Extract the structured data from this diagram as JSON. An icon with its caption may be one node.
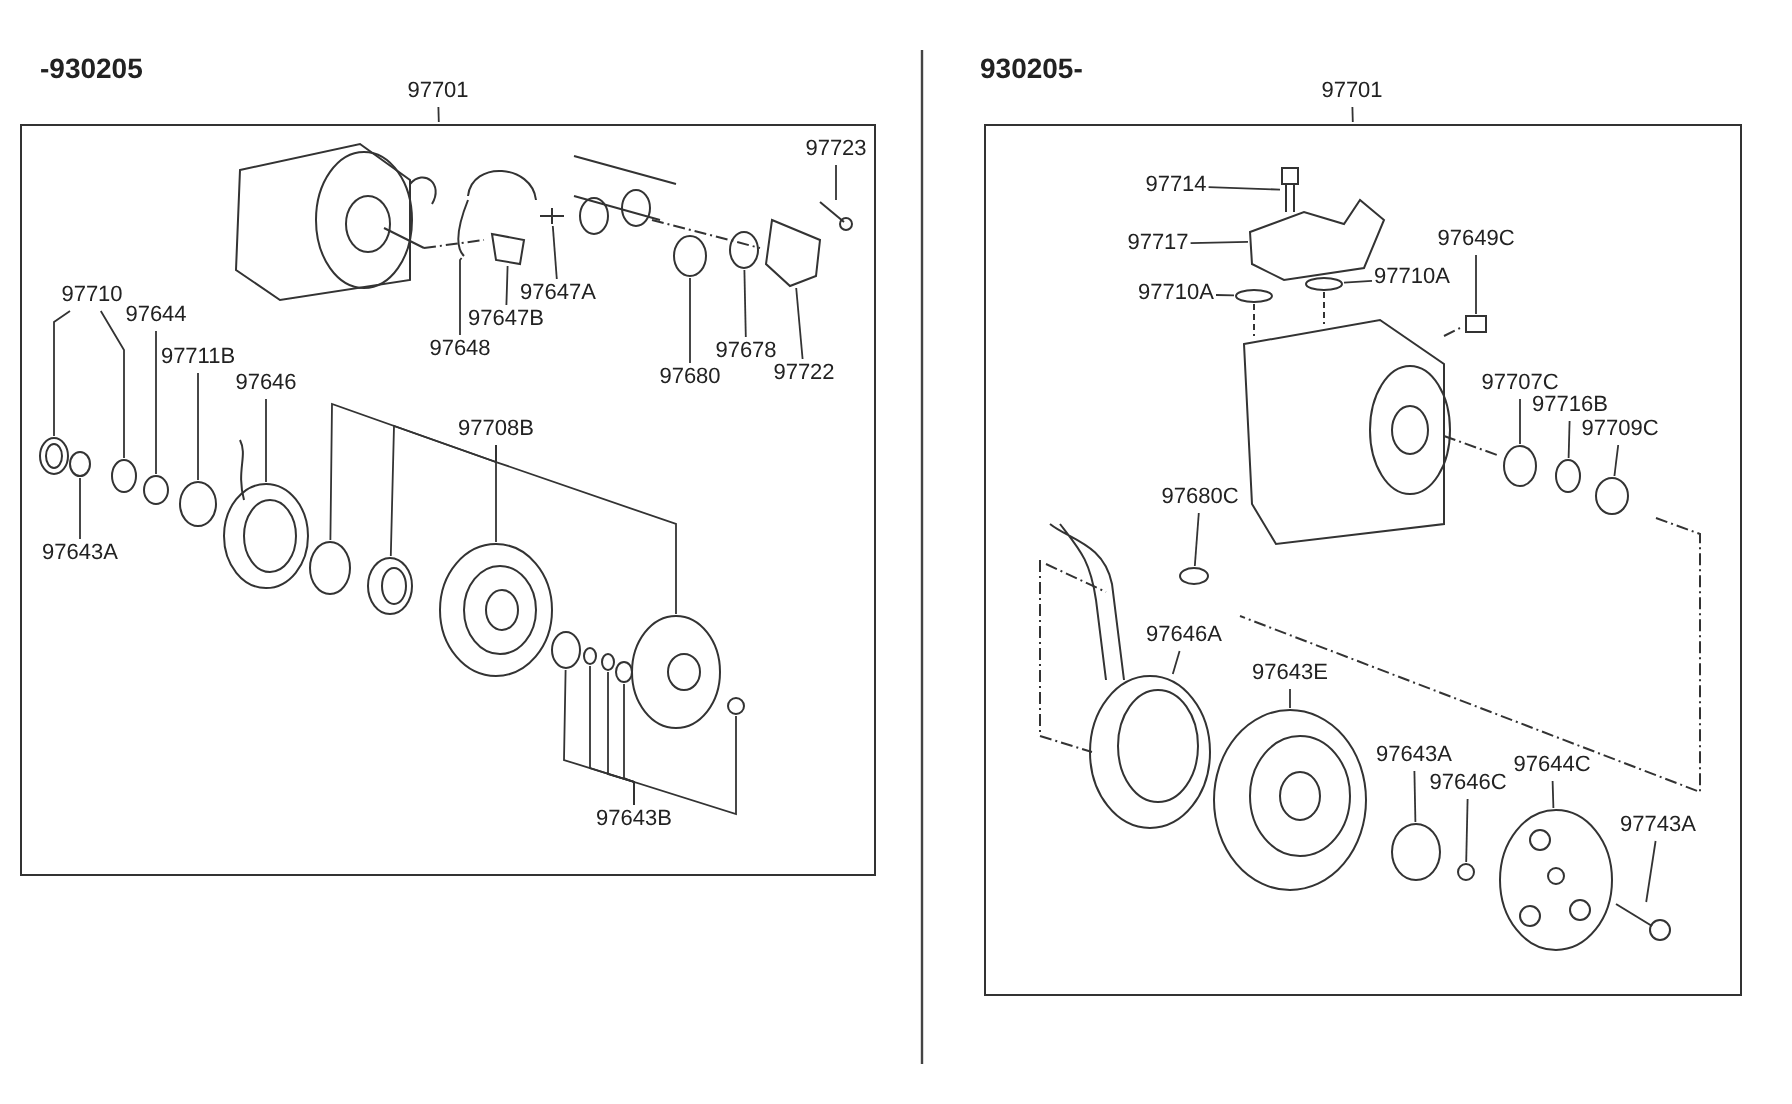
{
  "diagram": {
    "nodes": [
      {
        "text": [],
        "shape": "box"
      },
      {
        "text": [
          "97701"
        ]
      },
      {
        "text": [
          "97723"
        ],
        "in": 0
      },
      {
        "text": [
          "97647A"
        ],
        "in": 0
      },
      {
        "text": [
          "97647B"
        ],
        "in": 0
      },
      {
        "text": [
          "97648"
        ],
        "in": 0
      },
      {
        "text": [
          "97680"
        ],
        "in": 0
      },
      {
        "text": [
          "97678"
        ],
        "in": 0
      },
      {
        "text": [
          "97722"
        ],
        "in": 0
      },
      {
        "text": [
          "97710"
        ],
        "in": 0
      },
      {
        "text": [
          "97644"
        ],
        "in": 0
      },
      {
        "text": [
          "97711B"
        ],
        "in": 0
      },
      {
        "text": [
          "97646"
        ],
        "in": 0
      },
      {
        "text": [
          "97708B"
        ],
        "in": 0
      },
      {
        "text": [
          "97643A"
        ],
        "in": 0
      },
      {
        "text": [
          "97643B"
        ],
        "in": 0
      },
      {
        "text": [],
        "shape": "box"
      },
      {
        "text": [
          "97701"
        ]
      },
      {
        "text": [
          "97714"
        ],
        "in": 16
      },
      {
        "text": [
          "97717"
        ],
        "in": 16
      },
      {
        "text": [
          "97649C"
        ],
        "in": 16
      },
      {
        "text": [
          "97710A"
        ],
        "in": 16
      },
      {
        "text": [
          "97710A"
        ],
        "in": 16
      },
      {
        "text": [
          "97707C"
        ],
        "in": 16
      },
      {
        "text": [
          "97716B"
        ],
        "in": 16
      },
      {
        "text": [
          "97709C"
        ],
        "in": 16
      },
      {
        "text": [
          "97680C"
        ],
        "in": 16
      },
      {
        "text": [
          "97646A"
        ],
        "in": 16
      },
      {
        "text": [
          "97643E"
        ],
        "in": 16
      },
      {
        "text": [
          "97643A"
        ],
        "in": 16
      },
      {
        "text": [
          "97646C"
        ],
        "in": 16
      },
      {
        "text": [
          "97644C"
        ],
        "in": 16
      },
      {
        "text": [
          "97743A"
        ],
        "in": 16
      },
      {
        "text": [],
        "shape": "picture",
        "in": 0
      },
      {
        "text": [],
        "shape": "picture",
        "in": 0
      },
      {
        "text": [],
        "shape": "picture",
        "in": 0
      },
      {
        "text": [],
        "shape": "picture",
        "in": 0
      },
      {
        "text": [],
        "shape": "circle",
        "in": 0
      },
      {
        "text": [],
        "shape": "circle",
        "in": 0
      },
      {
        "text": [],
        "shape": "picture",
        "in": 0
      },
      {
        "text": [],
        "shape": "picture",
        "in": 0
      },
      {
        "text": [],
        "shape": "circle",
        "in": 0
      },
      {
        "text": [],
        "shape": "circle",
        "in": 0
      },
      {
        "text": [],
        "shape": "circle",
        "in": 0
      },
      {
        "text": [],
        "shape": "picture",
        "in": 0
      },
      {
        "text": [],
        "shape": "circle",
        "in": 0
      },
      {
        "text": [],
        "shape": "picture",
        "in": 0
      },
      {
        "text": [],
        "shape": "picture",
        "in": 0
      },
      {
        "text": [],
        "shape": "picture",
        "in": 0
      },
      {
        "text": [],
        "shape": "circle",
        "in": 0
      },
      {
        "text": [],
        "shape": "circle",
        "in": 0
      },
      {
        "text": [],
        "shape": "circle",
        "in": 0
      },
      {
        "text": [],
        "shape": "circle",
        "in": 0
      },
      {
        "text": [],
        "shape": "circle",
        "in": 0
      },
      {
        "text": [],
        "shape": "circle",
        "in": 0
      },
      {
        "text": [],
        "shape": "picture",
        "in": 16
      },
      {
        "text": [],
        "shape": "picture",
        "in": 16
      },
      {
        "text": [],
        "shape": "circle",
        "in": 16
      },
      {
        "text": [],
        "shape": "circle",
        "in": 16
      },
      {
        "text": [],
        "shape": "box",
        "in": 16
      },
      {
        "text": [],
        "shape": "circle",
        "in": 16
      },
      {
        "text": [],
        "shape": "circle",
        "in": 16
      },
      {
        "text": [],
        "shape": "circle",
        "in": 16
      },
      {
        "text": [],
        "shape": "circle",
        "in": 16
      },
      {
        "text": [],
        "shape": "picture",
        "in": 16
      },
      {
        "text": [],
        "shape": "picture",
        "in": 16
      },
      {
        "text": [],
        "shape": "circle",
        "in": 16
      },
      {
        "text": [],
        "shape": "circle",
        "in": 16
      },
      {
        "text": [],
        "shape": "picture",
        "in": 16
      },
      {
        "text": [],
        "shape": "picture",
        "in": 16
      }
    ],
    "edges": [
      {
        "from": 1,
        "to": 0,
        "arrow": "none"
      },
      {
        "from": 2,
        "to": 33,
        "arrow": "none"
      },
      {
        "from": 3,
        "to": 34,
        "arrow": "none"
      },
      {
        "from": 4,
        "to": 35,
        "arrow": "none"
      },
      {
        "from": 5,
        "to": 36,
        "arrow": "none"
      },
      {
        "from": 6,
        "to": 37,
        "arrow": "none"
      },
      {
        "from": 7,
        "to": 38,
        "arrow": "none"
      },
      {
        "from": 8,
        "to": 39,
        "arrow": "none"
      },
      {
        "from": 9,
        "to": 40,
        "arrow": "none"
      },
      {
        "from": 9,
        "to": 41,
        "arrow": "none"
      },
      {
        "from": 10,
        "to": 42,
        "arrow": "none"
      },
      {
        "from": 11,
        "to": 43,
        "arrow": "none"
      },
      {
        "from": 12,
        "to": 44,
        "arrow": "none"
      },
      {
        "from": 13,
        "to": 45,
        "arrow": "none"
      },
      {
        "from": 13,
        "to": 46,
        "arrow": "none"
      },
      {
        "from": 13,
        "to": 47,
        "arrow": "none"
      },
      {
        "from": 13,
        "to": 48,
        "arrow": "none"
      },
      {
        "from": 14,
        "to": 49,
        "arrow": "none"
      },
      {
        "from": 15,
        "to": 50,
        "arrow": "none"
      },
      {
        "from": 15,
        "to": 51,
        "arrow": "none"
      },
      {
        "from": 15,
        "to": 52,
        "arrow": "none"
      },
      {
        "from": 15,
        "to": 53,
        "arrow": "none"
      },
      {
        "from": 15,
        "to": 54,
        "arrow": "none"
      },
      {
        "from": 17,
        "to": 16,
        "arrow": "none"
      },
      {
        "from": 18,
        "to": 55,
        "arrow": "none"
      },
      {
        "from": 19,
        "to": 56,
        "arrow": "none"
      },
      {
        "from": 20,
        "to": 59,
        "arrow": "none"
      },
      {
        "from": 21,
        "to": 57,
        "arrow": "none"
      },
      {
        "from": 22,
        "to": 58,
        "arrow": "none"
      },
      {
        "from": 23,
        "to": 60,
        "arrow": "none"
      },
      {
        "from": 24,
        "to": 61,
        "arrow": "none"
      },
      {
        "from": 25,
        "to": 62,
        "arrow": "none"
      },
      {
        "from": 26,
        "to": 63,
        "arrow": "none"
      },
      {
        "from": 27,
        "to": 64,
        "arrow": "none"
      },
      {
        "from": 28,
        "to": 65,
        "arrow": "none"
      },
      {
        "from": 29,
        "to": 66,
        "arrow": "none"
      },
      {
        "from": 30,
        "to": 67,
        "arrow": "none"
      },
      {
        "from": 31,
        "to": 68,
        "arrow": "none"
      },
      {
        "from": 32,
        "to": 69,
        "arrow": "none"
      }
    ],
    "labels": [
      "-930205",
      "930205-"
    ]
  }
}
